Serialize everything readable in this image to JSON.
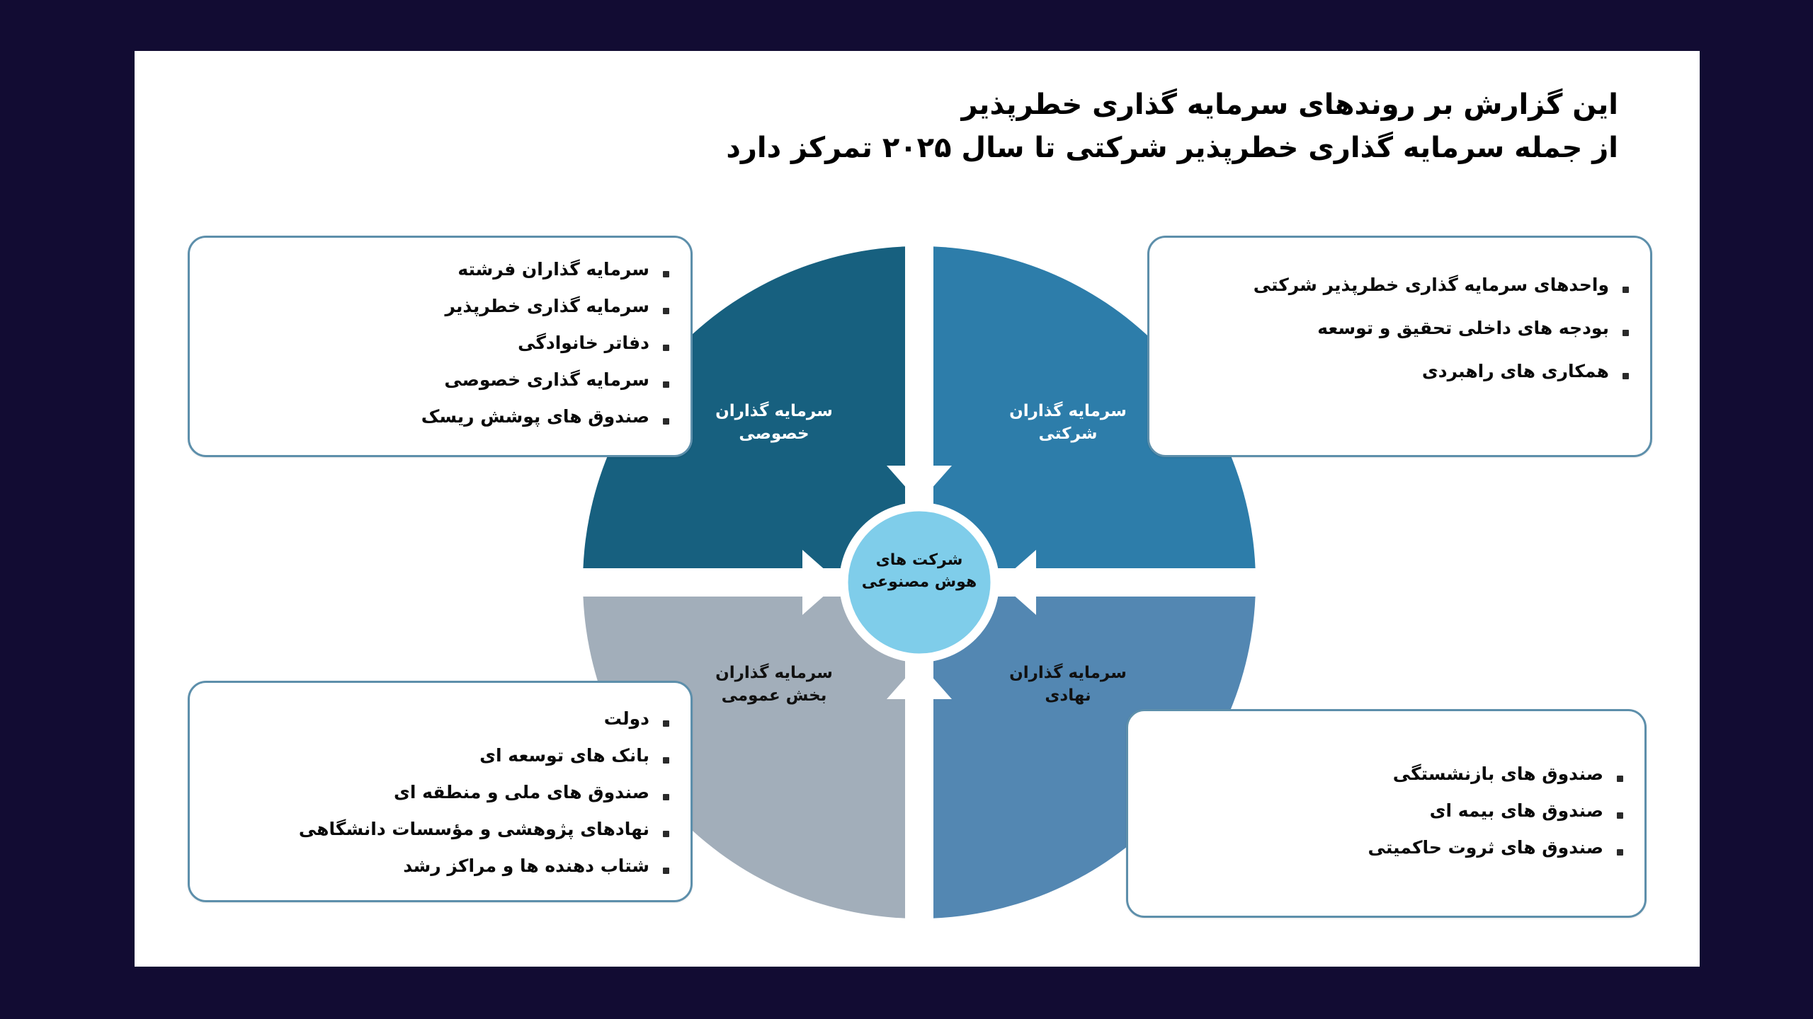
{
  "slide": {
    "background_color": "#120C33",
    "canvas_color": "#FFFFFF"
  },
  "title": {
    "line1": "این گزارش بر روندهای سرمایه گذاری خطرپذیر",
    "line2": "از جمله سرمایه گذاری خطرپذیر شرکتی تا سال ۲۰۲۵ تمرکز دارد"
  },
  "center": {
    "label": "شرکت های\nهوش مصنوعی",
    "color": "#7FCDEA"
  },
  "quadrants": [
    {
      "key": "private",
      "label": "سرمایه گذاران\nخصوصی",
      "color": "#17607F",
      "label_color": "#FFFFFF",
      "position": "top-left"
    },
    {
      "key": "corporate",
      "label": "سرمایه گذاران\nشرکتی",
      "color": "#2D7DAA",
      "label_color": "#FFFFFF",
      "position": "top-right"
    },
    {
      "key": "public",
      "label": "سرمایه گذاران\nبخش عمومی",
      "color": "#A2AEBA",
      "label_color": "#111111",
      "position": "bottom-left"
    },
    {
      "key": "institutional",
      "label": "سرمایه گذاران\nنهادی",
      "color": "#5387B2",
      "label_color": "#111111",
      "position": "bottom-right"
    }
  ],
  "callouts": {
    "private": {
      "items": [
        "سرمایه گذاران فرشته",
        "سرمایه گذاری خطرپذیر",
        "دفاتر خانوادگی",
        "سرمایه گذاری خصوصی",
        "صندوق های پوشش ریسک"
      ]
    },
    "corporate": {
      "items": [
        "واحدهای سرمایه گذاری خطرپذیر شرکتی",
        "بودجه های داخلی تحقیق و توسعه",
        "همکاری های راهبردی"
      ]
    },
    "public": {
      "items": [
        "دولت",
        "",
        "بانک های توسعه ای",
        "صندوق های ملی و منطقه ای",
        "نهادهای پژوهشی و مؤسسات دانشگاهی",
        "شتاب دهنده ها و مراکز رشد"
      ]
    },
    "institutional": {
      "items": [
        "صندوق های بازنشستگی",
        "صندوق های بیمه ای",
        "صندوق های ثروت حاکمیتی"
      ]
    }
  },
  "arrows": {
    "count": 4,
    "direction": "inward",
    "color": "#FFFFFF"
  }
}
